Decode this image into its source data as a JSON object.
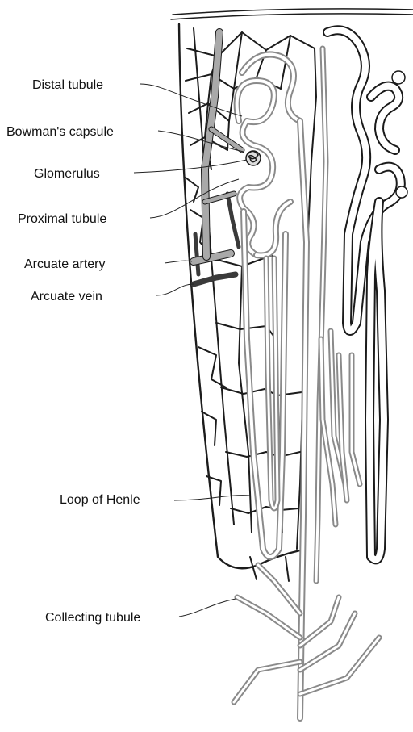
{
  "labels": {
    "distal_tubule": "Distal tubule",
    "bowmans_capsule": "Bowman's capsule",
    "glomerulus": "Glomerulus",
    "proximal_tubule": "Proximal tubule",
    "arcuate_artery": "Arcuate artery",
    "arcuate_vein": "Arcuate vein",
    "loop_of_henle": "Loop of Henle",
    "collecting_tubule": "Collecting tubule"
  },
  "colors": {
    "line": "#1c1c1c",
    "vein": "#3a3a3a",
    "artery": "#a9a9a9",
    "tubule": "#8a8a8a",
    "background": "#ffffff"
  }
}
